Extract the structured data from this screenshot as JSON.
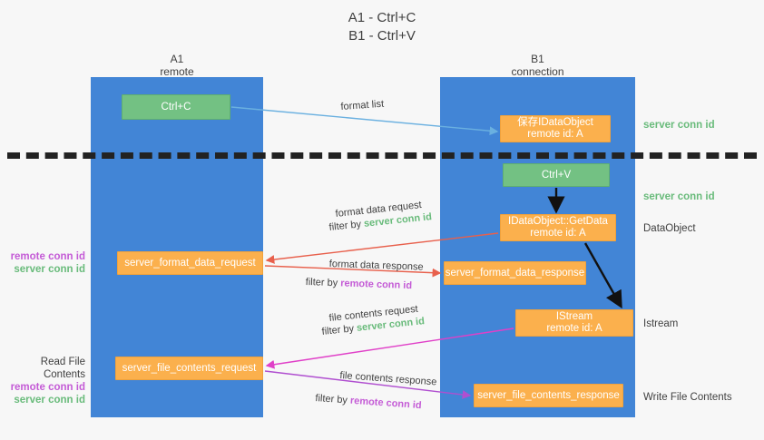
{
  "title": {
    "line1": "A1 - Ctrl+C",
    "line2": "B1 - Ctrl+V"
  },
  "columns": [
    {
      "name": "A1",
      "sub": "remote"
    },
    {
      "name": "B1",
      "sub": "connection"
    }
  ],
  "colors": {
    "lane": "#4285d6",
    "green_box": "#73c183",
    "orange_box": "#fbb04d",
    "remote_conn_id": "#c45bd6",
    "server_conn_id": "#69bb7b",
    "arrow_blue": "#6ab0e0",
    "arrow_red": "#e8604c",
    "arrow_magenta": "#e040c8",
    "arrow_purple": "#b04fd0",
    "arrow_black": "#111111",
    "divider": "#222222"
  },
  "boxes": {
    "ctrl_c": {
      "label": "Ctrl+C"
    },
    "save_idataobject": {
      "line1": "保存IDataObject",
      "line2": "remote id: A"
    },
    "ctrl_v": {
      "label": "Ctrl+V"
    },
    "getdata": {
      "line1": "IDataObject::GetData",
      "line2": "remote id: A"
    },
    "format_data_request": {
      "label": "server_format_data_request"
    },
    "format_data_response": {
      "label": "server_format_data_response"
    },
    "istream": {
      "line1": "IStream",
      "line2": "remote id: A"
    },
    "file_contents_request": {
      "label": "server_file_contents_request"
    },
    "file_contents_response": {
      "label": "server_file_contents_response"
    }
  },
  "right_labels": {
    "conn_id_1": "server conn id",
    "conn_id_2": "server conn id",
    "dataobject": "DataObject",
    "istream": "Istream",
    "write_file_contents": "Write File Contents"
  },
  "left_labels": {
    "group1": {
      "remote": "remote conn id",
      "server": "server conn id"
    },
    "group2": {
      "title": "Read File Contents",
      "remote": "remote conn id",
      "server": "server conn id"
    }
  },
  "edge_labels": {
    "format_list": "format list",
    "format_data_request": "format data request",
    "format_data_request_filter_prefix": "filter by ",
    "format_data_request_filter_value": "server conn id",
    "format_data_response": "format data response",
    "format_data_response_filter_prefix": "filter by ",
    "format_data_response_filter_value": "remote conn id",
    "file_contents_request": "file contents request",
    "file_contents_request_filter_prefix": "filter by ",
    "file_contents_request_filter_value": "server conn id",
    "file_contents_response": "file contents response",
    "file_contents_response_filter_prefix": "filter by ",
    "file_contents_response_filter_value": "remote conn id"
  }
}
